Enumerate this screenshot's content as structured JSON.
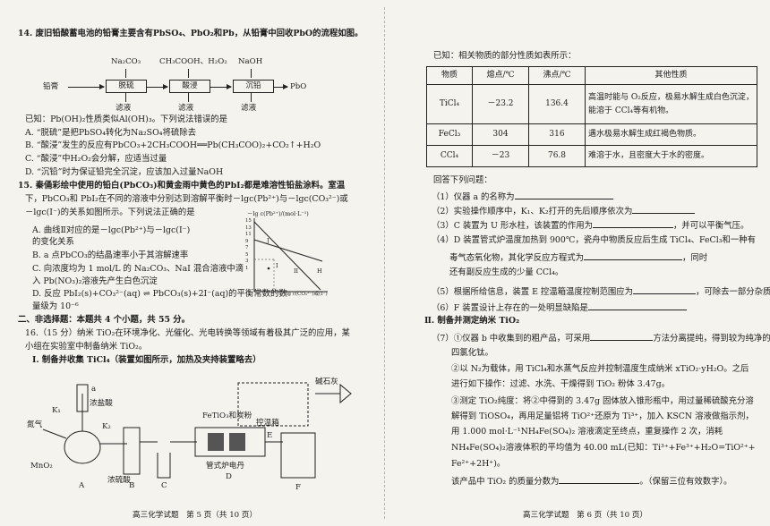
{
  "q14": {
    "stem": "14. 废旧铅酸蓄电池的铅膏主要含有PbSO₄、PbO₂和Pb，从铅膏中回收PbO的流程如图。",
    "flow": {
      "start": "铅膏",
      "steps": [
        "脱硫",
        "酸浸",
        "沉铅"
      ],
      "reagents": [
        "Na₂CO₃",
        "CH₃COOH、H₂O₂",
        "NaOH"
      ],
      "filtrate": [
        "滤液",
        "滤液",
        "滤液"
      ],
      "end": "PbO"
    },
    "known": "已知：Pb(OH)₂性质类似Al(OH)₃。下列说法错误的是",
    "options": [
      "A. “脱硫”是把PbSO₄转化为Na₂SO₄将硫除去",
      "B. “酸浸”发生的反应有PbCO₃+2CH₃COOH══Pb(CH₃COO)₂+CO₂↑+H₂O",
      "C. “酸浸”中H₂O₂会分解，应适当过量",
      "D. “沉铅”时为保证铅完全沉淀，应该加入过量NaOH"
    ]
  },
  "q15": {
    "line1": "15. 秦俑彩绘中使用的铅白(PbCO₃)和黄金雨中黄色的PbI₂都是难溶性铅盐涂料。室温",
    "line2": "下，PbCO₃和 PbI₂在不同的溶液中分别达到溶解平衡时－lgc(Pb²⁺)与－lgc(CO₃²⁻)或",
    "line3": "－lgc(I⁻)的关系如图所示。下列说法正确的是",
    "graph": {
      "ylabel": "－lg c(Pb²⁺)/(mol·L⁻¹)",
      "xlabel": "－lg c(CO₃²⁻)或(I⁻)",
      "yticks": [
        "15",
        "13",
        "11",
        "9",
        "7",
        "5",
        "3",
        "1"
      ],
      "xticks": [
        "0",
        "2",
        "4",
        "6",
        "8",
        "10",
        "12"
      ],
      "labels": [
        "J",
        "I",
        "II",
        "H"
      ]
    },
    "options": [
      "A. 曲线Ⅱ对应的是－lgc(Pb²⁺)与－lgc(I⁻)",
      "   的变化关系",
      "B. a 点PbCO₃的结晶速率小于其溶解速率",
      "C. 向浓度均为 1 mol/L 的 Na₂CO₃、NaI 混合溶液中滴",
      "   入 Pb(NO₃)₂溶液先产生白色沉淀",
      "D. 反应 PbI₂(s)+CO₃²⁻(aq) ⇌ PbCO₃(s)+2I⁻(aq)的平衡常数的数",
      "   量级为 10⁻⁶"
    ]
  },
  "section2": "二、非选择题：本题共 4 个小题，共 55 分。",
  "q16": {
    "line1": "16.（15 分）纳米 TiO₂在环境净化、光催化、光电转换等领域有着极其广泛的应用，某",
    "line2": "小组在实验室中制备纳米 TiO₂。",
    "part1": "Ⅰ. 制备并收集 TiCl₄（装置如图所示，加热及夹持装置略去）",
    "apparatus_labels": [
      "氮气",
      "K₁",
      "K₂",
      "a",
      "浓盐酸",
      "MnO₂",
      "浓硫酸",
      "FeTiO₃和炭粉",
      "A",
      "B",
      "C",
      "D",
      "E",
      "F",
      "控温箱",
      "管式炉电丹",
      "碱石灰"
    ]
  },
  "footer_left": "高三化学试题　第 5 页（共 10 页）",
  "right": {
    "known": "已知：相关物质的部分性质如表所示：",
    "table": {
      "headers": [
        "物质",
        "熔点/℃",
        "沸点/℃",
        "其他性质"
      ],
      "rows": [
        [
          "TiCl₄",
          "－23.2",
          "136.4",
          "高温时能与 O₂反应，极易水解生成白色沉淀，能溶于 CCl₄等有机物。"
        ],
        [
          "FeCl₃",
          "304",
          "316",
          "遇水极易水解生成红褐色物质。"
        ],
        [
          "CCl₄",
          "－23",
          "76.8",
          "难溶于水，且密度大于水的密度。"
        ]
      ]
    },
    "answer_intro": "回答下列问题：",
    "q1": "（1）仪器 a 的名称为",
    "q2": "（2）实验操作顺序中，K₁、K₂打开的先后顺序依次为",
    "q3a": "（3）C 装置为 U 形水柱，该装置的作用为",
    "q3b": "，并可以平衡气压。",
    "q4a": "（4）D 装置管式炉温度加热到 900℃，瓷舟中物质反应后生成 TiCl₄、FeCl₃和一种有",
    "q4b": "毒气态氧化物，其化学反应方程式为",
    "q4c": "，同时",
    "q4d": "还有副反应生成的少量 CCl₄。",
    "q5a": "（5）根据所给信息，装置 E 控温箱温度控制范围应为",
    "q5b": "，可除去一部分杂质。",
    "q6": "（6）F 装置设计上存在的一处明显缺陷是",
    "part2": "Ⅱ. 制备并测定纳米 TiO₂",
    "q7a": "（7）①仪器 b 中收集到的粗产品，可采用",
    "q7b": "方法分离提纯，得到较为纯净的",
    "q7c": "四氯化钛。",
    "q7d": "②以 N₂为载体，用 TiCl₄和水蒸气反应并控制温度生成纳米 xTiO₂·yH₂O。之后",
    "q7e": "进行如下操作：过滤、水洗、干燥得到 TiO₂ 粉体 3.47g。",
    "q7f": "③测定 TiO₂纯度：将②中得到的 3.47g 固体放入锥形瓶中，用过量稀硫酸充分溶",
    "q7g": "解得到 TiOSO₄，再用足量铝将 TiO²⁺还原为 Ti³⁺，加入 KSCN 溶液做指示剂，",
    "q7h": "用 1.000 mol·L⁻¹NH₄Fe(SO₄)₂ 溶液滴定至终点，重复操作 2 次，消耗",
    "q7i": "NH₄Fe(SO₄)₂溶液体积的平均值为 40.00 mL(已知：Ti³⁺+Fe³⁺+H₂O=TiO²⁺+",
    "q7j": "Fe²⁺+2H⁺)。",
    "q7k": "该产品中 TiO₂ 的质量分数为",
    "q7l": "。（保留三位有效数字）。"
  },
  "footer_right": "高三化学试题　第 6 页（共 10 页）"
}
